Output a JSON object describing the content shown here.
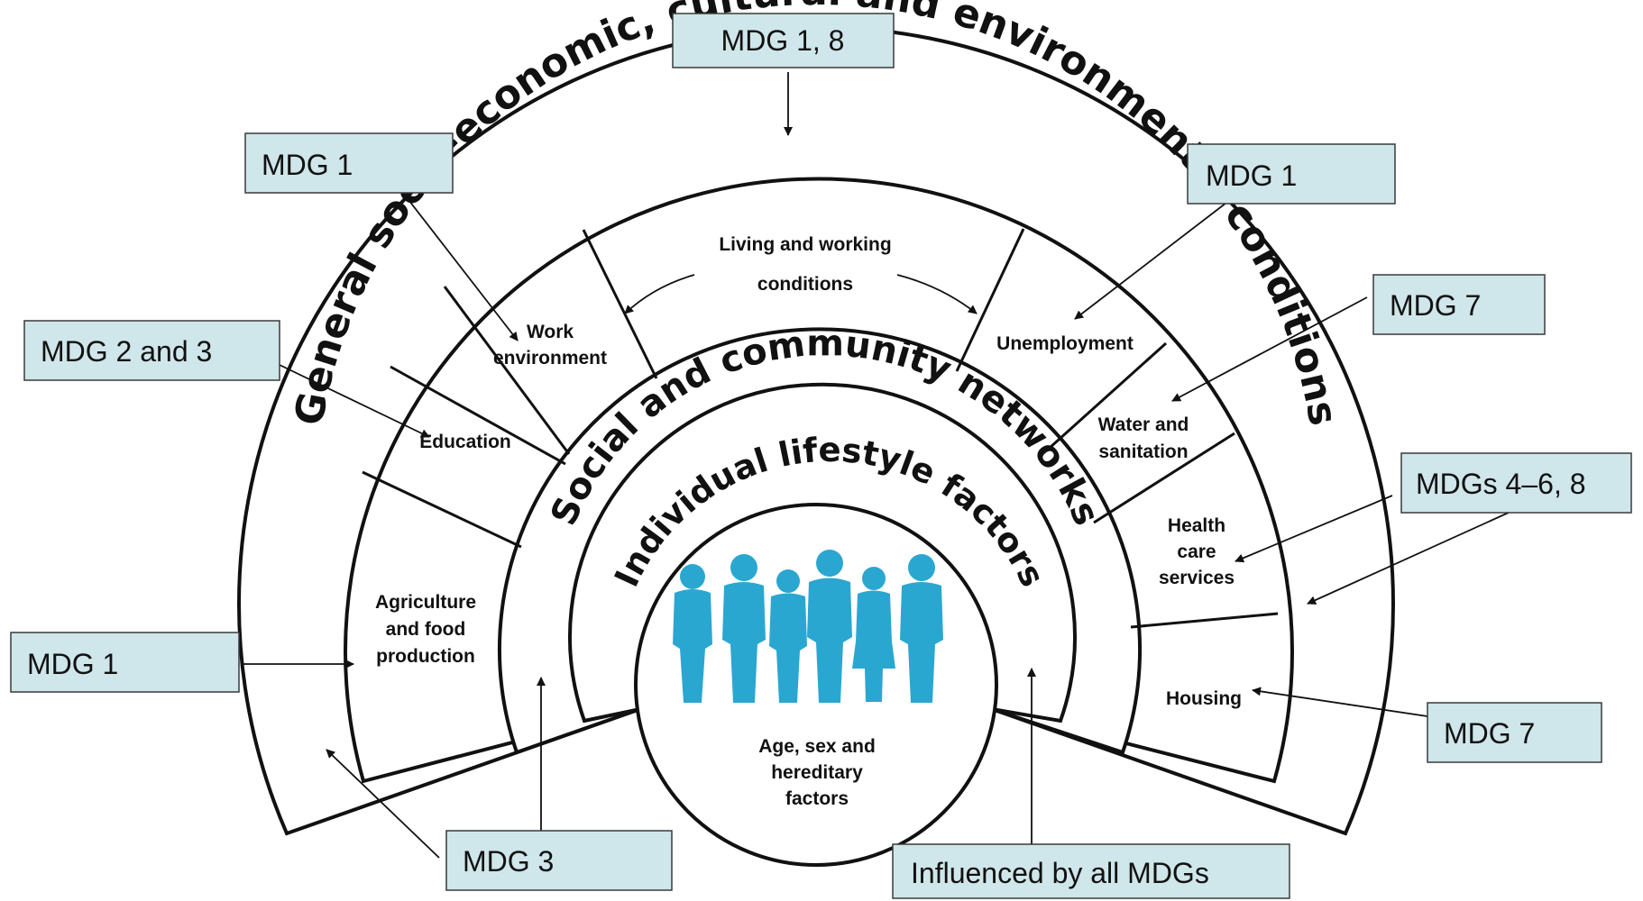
{
  "rings": {
    "outer": "General socio-economic, cultural and environmental conditions",
    "middle": "Social and community networks",
    "inner": "Individual lifestyle factors",
    "core": [
      "Age, sex and",
      "hereditary",
      "factors"
    ]
  },
  "living_working_title": [
    "Living and working",
    "conditions"
  ],
  "segments": {
    "agriculture": [
      "Agriculture",
      "and food",
      "production"
    ],
    "education": [
      "Education"
    ],
    "work": [
      "Work",
      "environment"
    ],
    "unemployment": [
      "Unemployment"
    ],
    "water": [
      "Water and",
      "sanitation"
    ],
    "health": [
      "Health",
      "care",
      "services"
    ],
    "housing": [
      "Housing"
    ]
  },
  "mdg_boxes": {
    "top": "MDG 1, 8",
    "work": "MDG 1",
    "unemployment": "MDG 1",
    "water": "MDG 7",
    "education": "MDG 2 and 3",
    "health": "MDGs 4–6, 8",
    "agriculture": "MDG 1",
    "housing": "MDG 7",
    "social": "MDG 3",
    "individual": "Influenced by all MDGs"
  },
  "colors": {
    "box_fill": "#cfe6ea",
    "people": "#2aa7d0"
  }
}
